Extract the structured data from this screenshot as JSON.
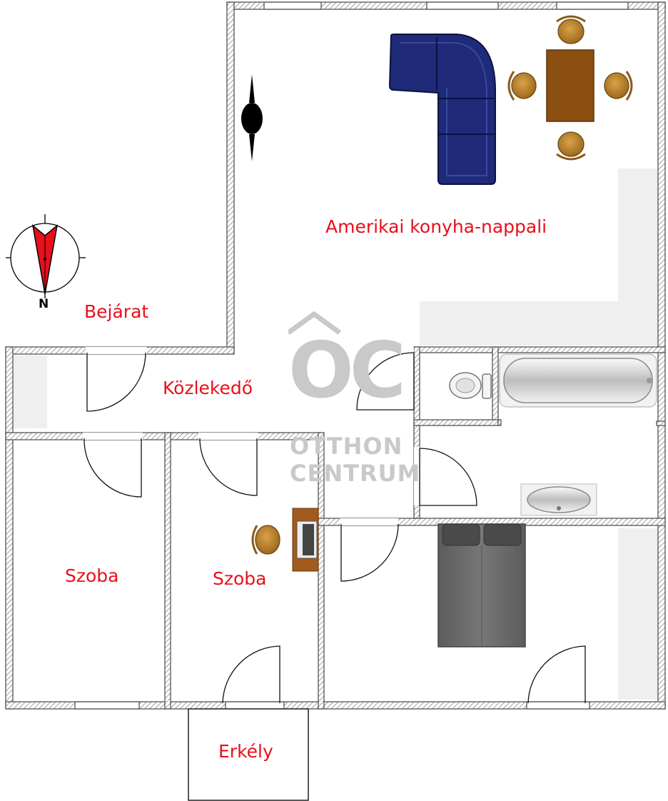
{
  "rooms": {
    "living": "Amerikai konyha-nappali",
    "entrance": "Bejárat",
    "hallway": "Közlekedő",
    "room1": "Szoba",
    "room2": "Szoba",
    "balcony": "Erkély"
  },
  "compass": {
    "label": "N"
  },
  "watermark": {
    "logo": "OC",
    "line1": "OTTHON",
    "line2": "CENTRUM"
  },
  "colors": {
    "label": "#e8101b",
    "wall": "#555555",
    "sofa": "#1f2a78",
    "table": "#8b4f12",
    "chair": "#b57d22",
    "bed": "#6b6b6b",
    "watermark": "#c9c9c9"
  }
}
